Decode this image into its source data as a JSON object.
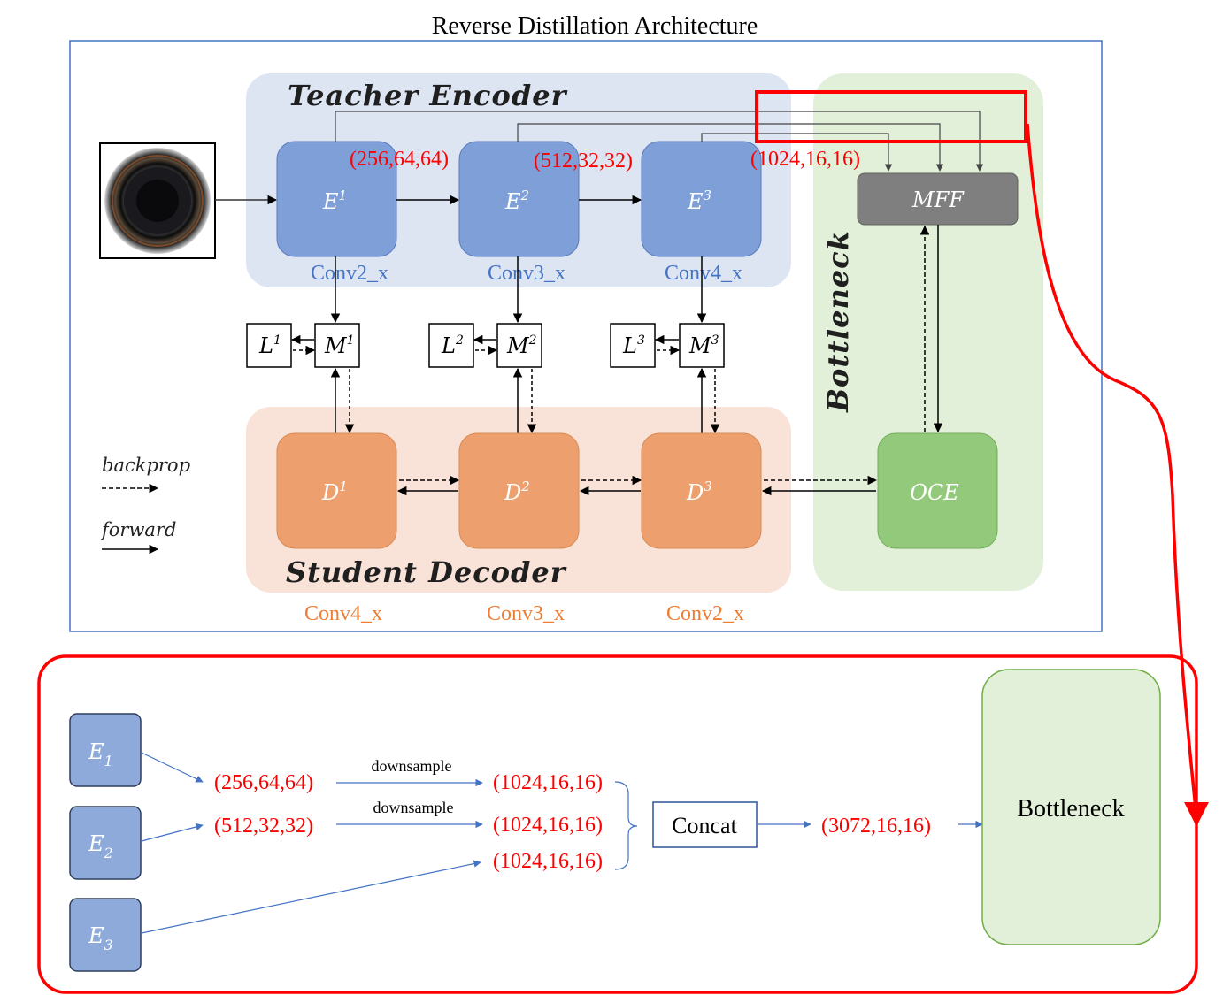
{
  "title": "Reverse Distillation Architecture",
  "groups": {
    "teacher": "Teacher Encoder",
    "student": "Student Decoder",
    "bottleneck": "Bottleneck"
  },
  "encoders": [
    {
      "label_base": "E",
      "sup": "1",
      "conv": "Conv2_x",
      "dim": "(256,64,64)"
    },
    {
      "label_base": "E",
      "sup": "2",
      "conv": "Conv3_x",
      "dim": "(512,32,32)"
    },
    {
      "label_base": "E",
      "sup": "3",
      "conv": "Conv4_x",
      "dim": "(1024,16,16)"
    }
  ],
  "decoders": [
    {
      "label_base": "D",
      "sup": "1",
      "conv": "Conv4_x"
    },
    {
      "label_base": "D",
      "sup": "2",
      "conv": "Conv3_x"
    },
    {
      "label_base": "D",
      "sup": "3",
      "conv": "Conv2_x"
    }
  ],
  "losses": [
    {
      "l_base": "L",
      "l_sup": "1",
      "m_base": "M",
      "m_sup": "1"
    },
    {
      "l_base": "L",
      "l_sup": "2",
      "m_base": "M",
      "m_sup": "2"
    },
    {
      "l_base": "L",
      "l_sup": "3",
      "m_base": "M",
      "m_sup": "3"
    }
  ],
  "mff": "MFF",
  "oce": "OCE",
  "legend": {
    "backprop": "backprop",
    "forward": "forward"
  },
  "detail": {
    "inputs": [
      {
        "base": "E",
        "sub": "1",
        "dim": "(256,64,64)",
        "op": "downsample",
        "out": "(1024,16,16)"
      },
      {
        "base": "E",
        "sub": "2",
        "dim": "(512,32,32)",
        "op": "downsample",
        "out": "(1024,16,16)"
      },
      {
        "base": "E",
        "sub": "3",
        "dim": "",
        "op": "",
        "out": "(1024,16,16)"
      }
    ],
    "concat": "Concat",
    "concat_out": "(3072,16,16)",
    "bottleneck": "Bottleneck"
  },
  "colors": {
    "encoder_fill": "#7f9fd8",
    "decoder_fill": "#eda06e",
    "oce_fill": "#93c97a",
    "mff_fill": "#7f7f7f",
    "teacher_bg": "#dde5f3",
    "student_bg": "#f9e3d8",
    "bottleneck_bg": "#e2f0d9",
    "highlight_red": "#ff0000",
    "link_blue": "#4472c4"
  }
}
